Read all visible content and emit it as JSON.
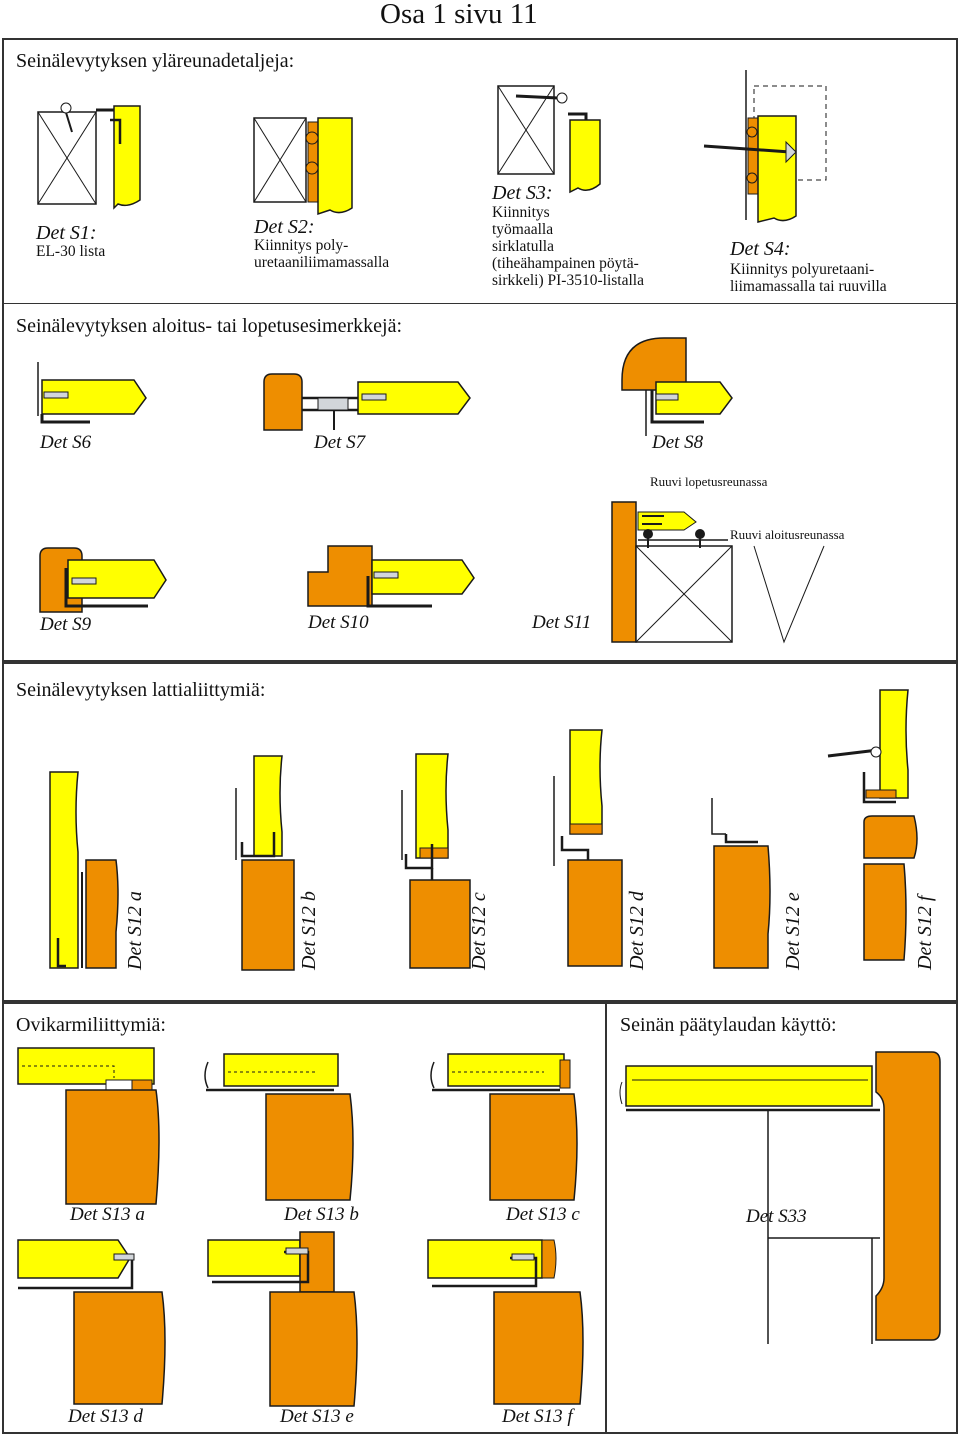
{
  "page_label": "Osa 1 sivu 11",
  "sections": {
    "top": "Seinälevytyksen yläreunadetaljeja:",
    "start": "Seinälevytyksen aloitus- tai lopetusesimerkkejä:",
    "floor": "Seinälevytyksen lattialiittymiä:",
    "door": "Ovikarmiliittymiä:",
    "end": "Seinän päätylaudan käyttö:"
  },
  "details": {
    "s1": {
      "title": "Det S1:",
      "text": [
        "EL-30 lista"
      ]
    },
    "s2": {
      "title": "Det S2:",
      "text": [
        "Kiinnitys poly-",
        "uretaaniliimamassalla"
      ]
    },
    "s3": {
      "title": "Det S3:",
      "text": [
        "Kiinnitys",
        "työmaalla",
        "sirklatulla",
        "(tiheähampainen pöytä-",
        "sirkkeli) PI-3510-listalla"
      ]
    },
    "s4": {
      "title": "Det S4:",
      "text": [
        "Kiinnitys polyuretaani-",
        "liimamassalla tai ruuvilla"
      ]
    },
    "s6": "Det S6",
    "s7": "Det S7",
    "s8": "Det S8",
    "s9": "Det S9",
    "s10": "Det S10",
    "s11": "Det S11",
    "s12a": "Det S12 a",
    "s12b": "Det S12 b",
    "s12c": "Det S12 c",
    "s12d": "Det S12 d",
    "s12e": "Det S12 e",
    "s12f": "Det S12 f",
    "s13a": "Det S13 a",
    "s13b": "Det S13 b",
    "s13c": "Det S13 c",
    "s13d": "Det S13 d",
    "s13e": "Det S13 e",
    "s13f": "Det S13 f",
    "s33": "Det S33"
  },
  "notes": {
    "screw_end": "Ruuvi lopetusreunassa",
    "screw_start": "Ruuvi aloitusreunassa"
  },
  "colors": {
    "panel": "#FFFF00",
    "wood": "#EE8E00",
    "profile": "#D2D6DA",
    "line": "#1A1A1A",
    "frame": "#333333"
  }
}
